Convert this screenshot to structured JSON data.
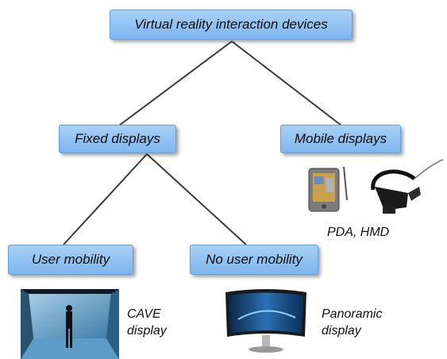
{
  "diagram": {
    "root": {
      "label": "Virtual reality interaction devices"
    },
    "fixed": {
      "label": "Fixed displays"
    },
    "mobile": {
      "label": "Mobile displays"
    },
    "user_mobility": {
      "label": "User mobility"
    },
    "no_user_mobility": {
      "label": "No user mobility"
    }
  },
  "captions": {
    "pda_hmd": "PDA, HMD",
    "cave_line1": "CAVE",
    "cave_line2": "display",
    "panoramic_line1": "Panoramic",
    "panoramic_line2": "display"
  },
  "colors": {
    "node_fill_top": "#a9d0f5",
    "node_fill_bottom": "#7db6ee",
    "connector": "#3a3a3a"
  }
}
